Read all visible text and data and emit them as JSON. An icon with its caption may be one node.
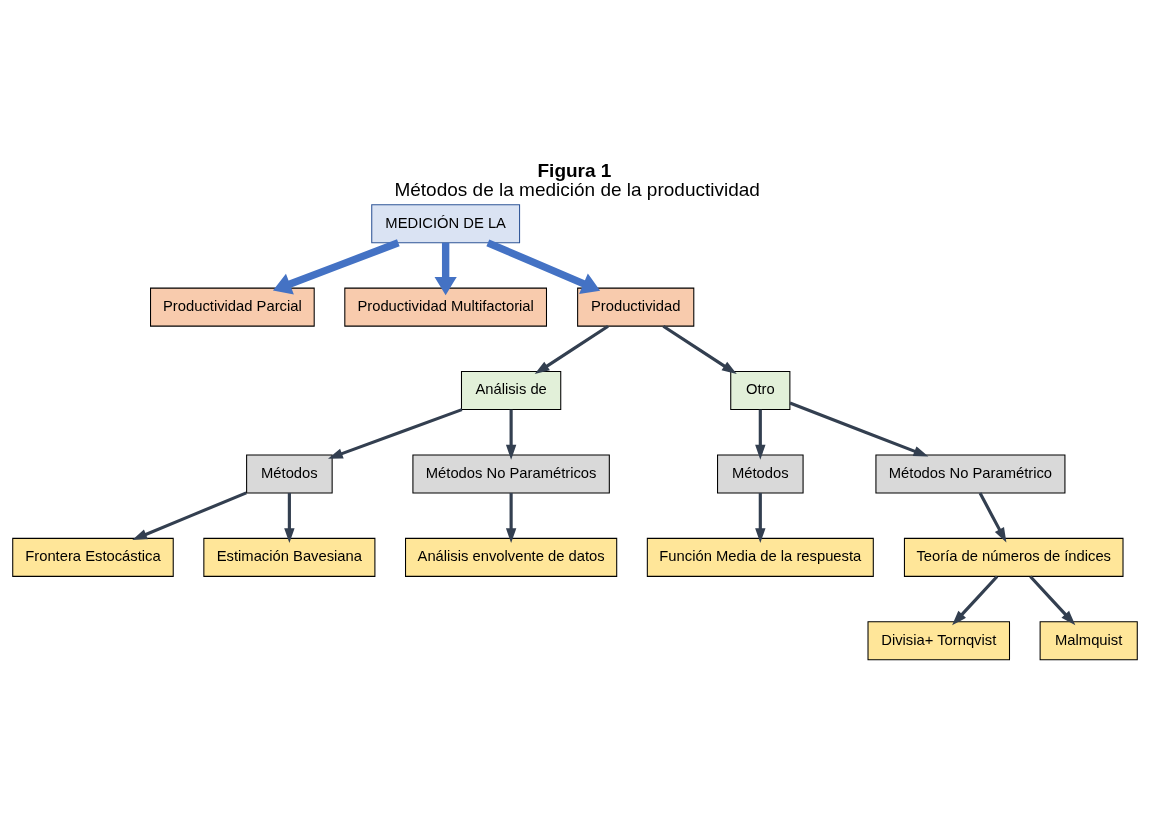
{
  "diagram": {
    "title": "Figura 1",
    "caption": "Métodos de la medición de la productividad",
    "nodes": [
      {
        "text": [
          "MEDICIÓN DE LA"
        ]
      },
      {
        "text": [
          "Productividad Parcial"
        ]
      },
      {
        "text": [
          "Productividad Multifactorial"
        ]
      },
      {
        "text": [
          "Productividad"
        ]
      },
      {
        "text": [
          "Análisis de"
        ]
      },
      {
        "text": [
          "Otro"
        ]
      },
      {
        "text": [
          "Métodos"
        ]
      },
      {
        "text": [
          "Métodos No Paramétricos"
        ]
      },
      {
        "text": [
          "Métodos"
        ]
      },
      {
        "text": [
          "Métodos No Paramétrico"
        ]
      },
      {
        "text": [
          "Frontera Estocástica"
        ]
      },
      {
        "text": [
          "Estimación Bavesiana"
        ]
      },
      {
        "text": [
          "Análisis envolvente de datos"
        ]
      },
      {
        "text": [
          "Función Media de la respuesta"
        ]
      },
      {
        "text": [
          "Teoría de números de índices"
        ]
      },
      {
        "text": [
          "Divisia+ Tornqvist"
        ]
      },
      {
        "text": [
          "Malmquist"
        ]
      }
    ],
    "edges": [
      {
        "from": 0,
        "to": 1,
        "arrow": "to",
        "style": "thick",
        "color": "#4472c4"
      },
      {
        "from": 0,
        "to": 3,
        "arrow": "to",
        "style": "thick",
        "color": "#4472c4"
      },
      {
        "from": 0,
        "to": 2,
        "arrow": "to",
        "style": "thick",
        "color": "#4472c4"
      },
      {
        "from": 3,
        "to": 4,
        "arrow": "to"
      },
      {
        "from": 3,
        "to": 5,
        "arrow": "to"
      },
      {
        "from": 4,
        "to": 6,
        "arrow": "to"
      },
      {
        "from": 4,
        "to": 7,
        "arrow": "to"
      },
      {
        "from": 5,
        "to": 8,
        "arrow": "to"
      },
      {
        "from": 5,
        "to": 9,
        "arrow": "to"
      },
      {
        "from": 6,
        "to": 10,
        "arrow": "to"
      },
      {
        "from": 6,
        "to": 11,
        "arrow": "to"
      },
      {
        "from": 7,
        "to": 12,
        "arrow": "to"
      },
      {
        "from": 8,
        "to": 13,
        "arrow": "to"
      },
      {
        "from": 9,
        "to": 14,
        "arrow": "to"
      },
      {
        "from": 14,
        "to": 15,
        "arrow": "to"
      },
      {
        "from": 14,
        "to": 16,
        "arrow": "to"
      }
    ]
  }
}
